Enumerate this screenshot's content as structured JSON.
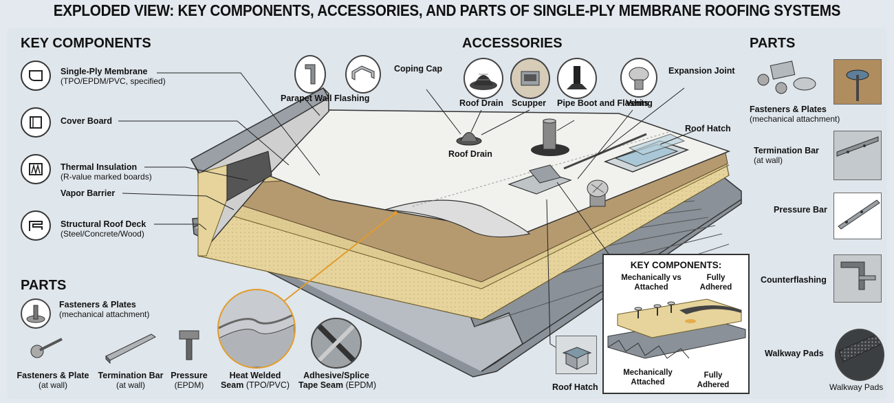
{
  "title": "EXPLODED VIEW: KEY COMPONENTS, ACCESSORIES, AND PARTS OF SINGLE-PLY MEMBRANE ROOFING SYSTEMS",
  "key_components": {
    "heading": "KEY COMPONENTS",
    "items": [
      {
        "label": "Single-Ply Membrane",
        "sub": "(TPO/EPDM/PVC, specified)",
        "icon": "membrane-icon"
      },
      {
        "label": "Cover Board",
        "sub": "",
        "icon": "cover-board-icon"
      },
      {
        "label": "Thermal Insulation",
        "sub": "(R-value marked boards)",
        "icon": "insulation-icon"
      },
      {
        "label": "Vapor Barrier",
        "sub": "",
        "icon": ""
      },
      {
        "label": "Structural Roof Deck",
        "sub": "(Steel/Concrete/Wood)",
        "icon": "roof-deck-icon"
      }
    ]
  },
  "accessories": {
    "heading": "ACCESSORIES",
    "parapet": "Parapet Wall Flashing",
    "coping": "Coping Cap",
    "roof_drain": "Roof Drain",
    "scupper": "Scupper",
    "pipe_boot": "Pipe Boot and Flashing",
    "vents": "Vents",
    "expansion": "Expansion Joint",
    "roof_hatch": "Roof Hatch",
    "roof_drain_callout": "Roof Drain",
    "roof_hatch_bottom": "Roof Hatch"
  },
  "parts_left": {
    "heading": "PARTS",
    "fasteners_top": {
      "label": "Fasteners & Plates",
      "sub": "(mechanical attachment)"
    },
    "fasteners_plate": {
      "label": "Fasteners & Plate",
      "sub": "(at wall)"
    },
    "termination_bar": {
      "label": "Termination Bar",
      "sub": "(at wall)"
    },
    "pressure": {
      "label": "Pressure",
      "sub": "(EPDM)"
    },
    "heat_welded": {
      "label": "Heat Welded",
      "sub_bold": "Seam",
      "sub": "(TPO/PVC)"
    },
    "adhesive": {
      "label": "Adhesive/Splice",
      "sub_bold": "Tape Seam",
      "sub": "(EPDM)"
    }
  },
  "parts_right": {
    "heading": "PARTS",
    "fasteners": {
      "label": "Fasteners & Plates",
      "sub": "(mechanical attachment)"
    },
    "termination": {
      "label": "Termination Bar",
      "sub": "(at wall)"
    },
    "pressure_bar": "Pressure Bar",
    "counterflashing": "Counterflashing",
    "walkway": "Walkway Pads",
    "walkway_caption": "Walkway Pads"
  },
  "inset": {
    "heading": "KEY COMPONENTS:",
    "mech_top_1": "Mechanically vs",
    "mech_top_2": "Attached",
    "fully_top_1": "Fully",
    "fully_top_2": "Adhered",
    "mech_bot_1": "Mechanically",
    "mech_bot_2": "Attached",
    "fully_bot_1": "Fully",
    "fully_bot_2": "Adhered"
  },
  "colors": {
    "deck": "#8a9198",
    "insulation": "#e9d9a6",
    "membrane": "#f3f3f0",
    "leader": "#222222",
    "seam_callout": "#e39b2a"
  }
}
